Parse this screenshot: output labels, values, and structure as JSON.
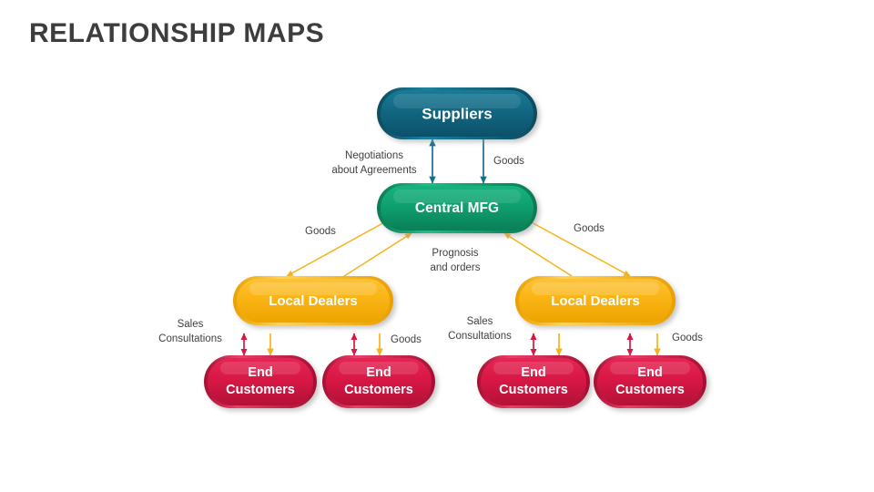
{
  "slide": {
    "title": "RELATIONSHIP MAPS",
    "background": "#ffffff",
    "title_color": "#3d3d3d"
  },
  "palette": {
    "suppliers": "#126781",
    "suppliers_dark": "#0c4c60",
    "central": "#0fa070",
    "central_dark": "#0a7a54",
    "dealers": "#fbb516",
    "dealers_dark": "#e09a00",
    "customers": "#d81745",
    "customers_dark": "#a60f33",
    "label_text": "#3f3f3f",
    "node_text": "#ffffff",
    "shadow": "#bfbfbf"
  },
  "nodes": {
    "suppliers": {
      "label": "Suppliers",
      "color_key": "suppliers"
    },
    "central_mfg": {
      "label": "Central MFG",
      "color_key": "central"
    },
    "dealer_left": {
      "label": "Local Dealers",
      "color_key": "dealers"
    },
    "dealer_right": {
      "label": "Local Dealers",
      "color_key": "dealers"
    },
    "customer_1": {
      "line1": "End",
      "line2": "Customers",
      "color_key": "customers"
    },
    "customer_2": {
      "line1": "End",
      "line2": "Customers",
      "color_key": "customers"
    },
    "customer_3": {
      "line1": "End",
      "line2": "Customers",
      "color_key": "customers"
    },
    "customer_4": {
      "line1": "End",
      "line2": "Customers",
      "color_key": "customers"
    }
  },
  "edge_labels": {
    "negotiations_line1": "Negotiations",
    "negotiations_line2": "about Agreements",
    "goods_suppliers": "Goods",
    "goods_left": "Goods",
    "goods_right": "Goods",
    "prognosis_line1": "Prognosis",
    "prognosis_line2": "and orders",
    "sales_left_line1": "Sales",
    "sales_left_line2": "Consultations",
    "goods_dealer_left": "Goods",
    "sales_right_line1": "Sales",
    "sales_right_line2": "Consultations",
    "goods_dealer_right": "Goods"
  }
}
